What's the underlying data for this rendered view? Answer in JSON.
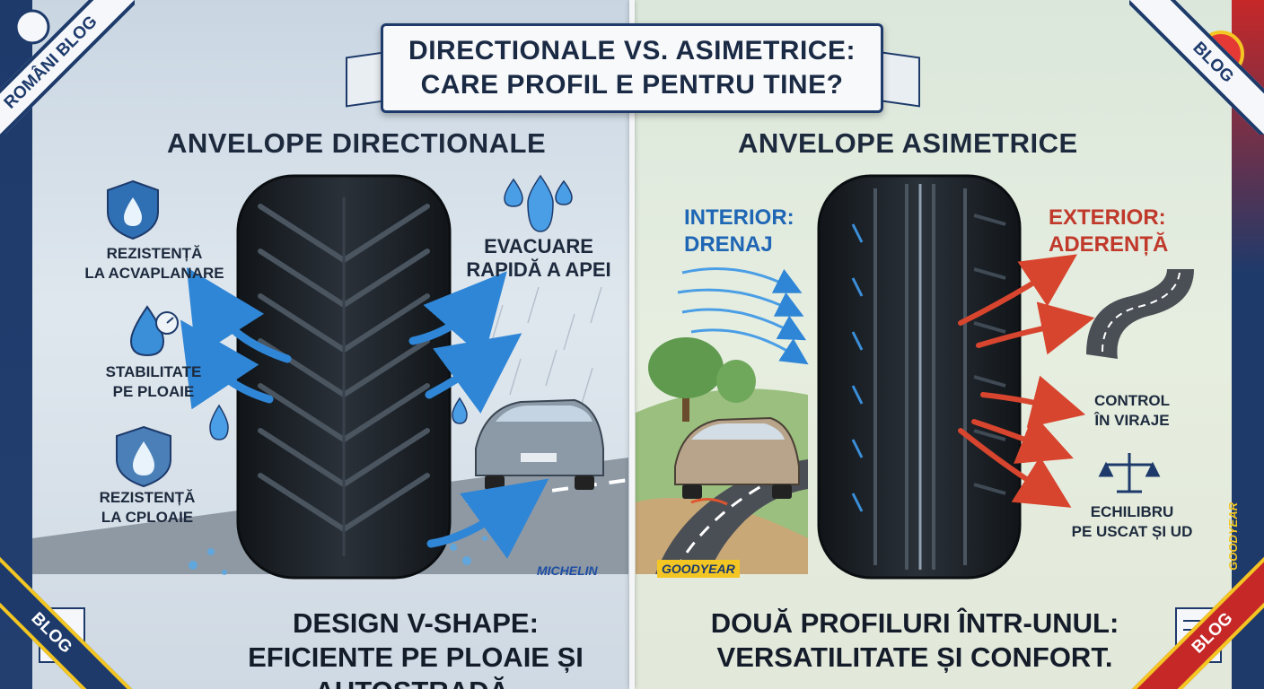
{
  "title": {
    "line1": "DIRECTIONALE VS. ASIMETRICE:",
    "line2": "CARE PROFIL E PENTRU TINE?"
  },
  "left": {
    "heading": "ANVELOPE DIRECTIONALE",
    "features": [
      {
        "line1": "REZISTENȚĂ",
        "line2": "LA ACVAPLANARE",
        "icon": "shield-water-drop-icon"
      },
      {
        "line1": "STABILITATE",
        "line2": "PE PLOAIE",
        "icon": "water-drop-gauge-icon"
      },
      {
        "line1": "REZISTENȚĂ",
        "line2": "LA CPLOAIE",
        "icon": "shield-drop-icon"
      }
    ],
    "right_label": {
      "line1": "EVACUARE",
      "line2": "RAPIDĂ A APEI"
    },
    "caption": {
      "line1": "DESIGN V-SHAPE:",
      "line2": "EFICIENTE PE PLOAIE ȘI AUTOSTRADĂ."
    },
    "brand": "MICHELIN"
  },
  "right": {
    "heading": "ANVELOPE ASIMETRICE",
    "interior": {
      "line1": "INTERIOR:",
      "line2": "DRENAJ"
    },
    "exterior": {
      "line1": "EXTERIOR:",
      "line2": "ADERENȚĂ"
    },
    "features": [
      {
        "line1": "CONTROL",
        "line2": "ÎN VIRAJE",
        "icon": "winding-road-icon"
      },
      {
        "line1": "ECHILIBRU",
        "line2": "PE USCAT ȘI UD",
        "icon": "balance-scale-icon"
      }
    ],
    "caption": {
      "line1": "DOUĂ PROFILURI ÎNTR-UNUL:",
      "line2": "VERSATILITATE ȘI CONFORT."
    },
    "brand": "GOODYEAR"
  },
  "corners": {
    "top_left": "ROMÂNI BLOG",
    "top_right": "BLOG",
    "bottom_left": "BLOG",
    "bottom_right": "BLOG"
  },
  "colors": {
    "navy": "#1d3a6b",
    "water_blue": "#2f86d6",
    "arrow_red": "#d8452e",
    "tire_dark": "#1e242b"
  }
}
